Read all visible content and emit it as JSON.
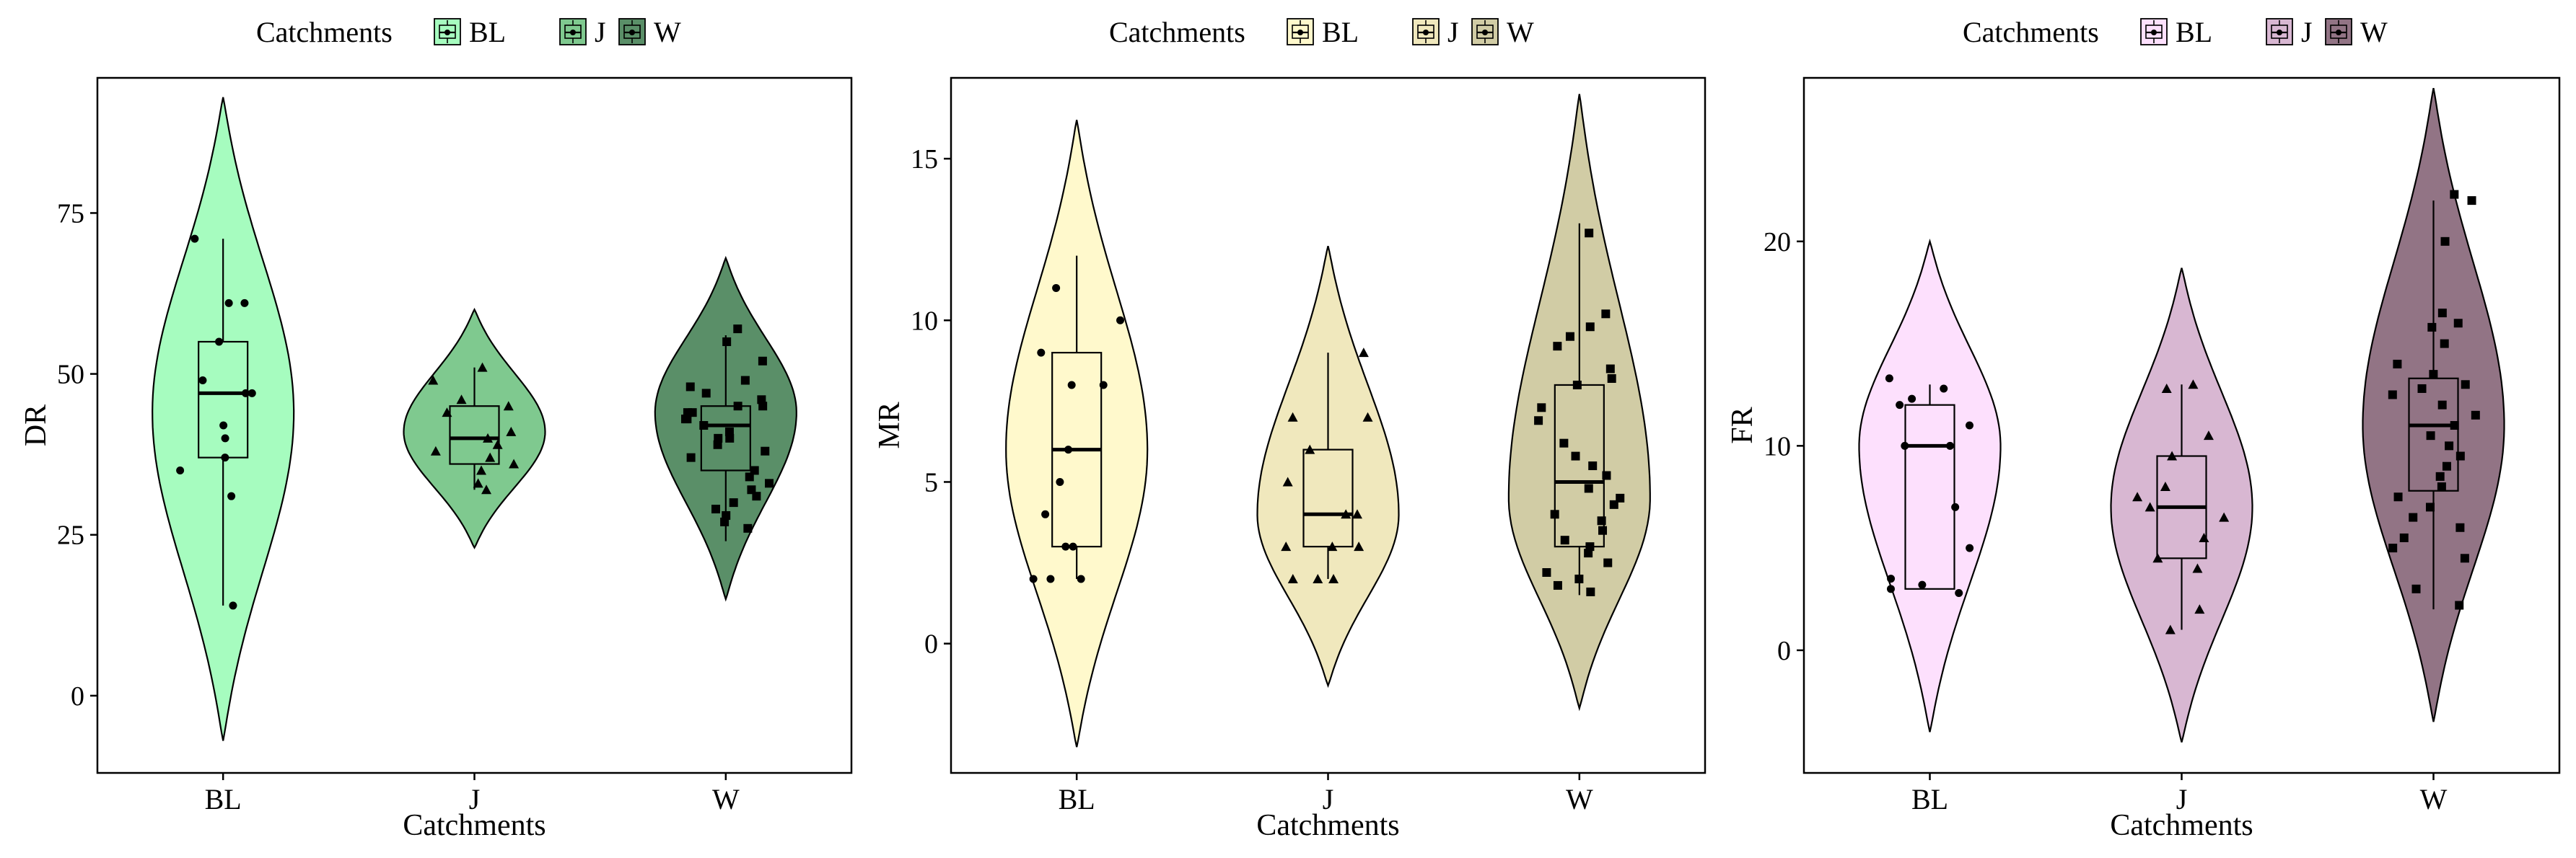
{
  "legend_swatch_icon": "boxplot-violin-key-icon",
  "point_marker_icons": {
    "BL": "circle",
    "J": "triangle",
    "W": "square"
  },
  "chart_data": [
    {
      "type": "violin",
      "ylabel": "DR",
      "xlabel": "Catchments",
      "legend_title": "Catchments",
      "legend_placement": "top",
      "grid": false,
      "ylim": [
        -12,
        96
      ],
      "yticks": [
        0,
        25,
        50,
        75
      ],
      "categories": [
        "BL",
        "J",
        "W"
      ],
      "colors": [
        "#a6fcbf",
        "#7fc98f",
        "#5a8f68"
      ],
      "series": [
        {
          "category": "BL",
          "marker": "circle",
          "violin_range": [
            -7,
            93
          ],
          "violin_mode": 44,
          "box": {
            "min": 14,
            "q1": 37,
            "median": 47,
            "q3": 55,
            "max": 71
          },
          "points": [
            71,
            61,
            61,
            55,
            49,
            47,
            47,
            42,
            40,
            37,
            35,
            31,
            14
          ]
        },
        {
          "category": "J",
          "marker": "triangle",
          "violin_range": [
            23,
            60
          ],
          "violin_mode": 41,
          "box": {
            "min": 32,
            "q1": 36,
            "median": 40,
            "q3": 45,
            "max": 51
          },
          "points": [
            51,
            49,
            46,
            45,
            44,
            41,
            40,
            39,
            38,
            37,
            36,
            35,
            33,
            32
          ]
        },
        {
          "category": "W",
          "marker": "square",
          "violin_range": [
            15,
            68
          ],
          "violin_mode": 44,
          "box": {
            "min": 24,
            "q1": 35,
            "median": 42,
            "q3": 45,
            "max": 56
          },
          "points": [
            57,
            55,
            52,
            49,
            48,
            47,
            46,
            45,
            45,
            44,
            44,
            43,
            43,
            42,
            41,
            40,
            40,
            39,
            38,
            37,
            35,
            34,
            33,
            32,
            31,
            30,
            29,
            28,
            27,
            26
          ]
        }
      ]
    },
    {
      "type": "violin",
      "ylabel": "MR",
      "xlabel": "Catchments",
      "legend_title": "Catchments",
      "legend_placement": "top",
      "grid": false,
      "ylim": [
        -4,
        17.5
      ],
      "yticks": [
        0,
        5,
        10,
        15
      ],
      "categories": [
        "BL",
        "J",
        "W"
      ],
      "colors": [
        "#fff9cc",
        "#f0e8bd",
        "#d1cca5"
      ],
      "series": [
        {
          "category": "BL",
          "marker": "circle",
          "violin_range": [
            -3.2,
            16.2
          ],
          "violin_mode": 6,
          "box": {
            "min": 2,
            "q1": 3,
            "median": 6,
            "q3": 9,
            "max": 12
          },
          "points": [
            11,
            10,
            9,
            8,
            8,
            6,
            5,
            4,
            3,
            3,
            2,
            2,
            2
          ]
        },
        {
          "category": "J",
          "marker": "triangle",
          "violin_range": [
            -1.3,
            12.3
          ],
          "violin_mode": 4,
          "box": {
            "min": 2,
            "q1": 3,
            "median": 4,
            "q3": 6,
            "max": 9
          },
          "points": [
            9,
            7,
            7,
            6,
            5,
            4,
            4,
            3,
            3,
            3,
            2,
            2,
            2
          ]
        },
        {
          "category": "W",
          "marker": "square",
          "violin_range": [
            -2,
            17
          ],
          "violin_mode": 4.5,
          "box": {
            "min": 1.5,
            "q1": 3,
            "median": 5,
            "q3": 8,
            "max": 13
          },
          "points": [
            12.7,
            10.2,
            9.8,
            9.5,
            9.2,
            8.5,
            8.2,
            8,
            7.3,
            6.9,
            6.2,
            5.8,
            5.5,
            5.2,
            4.8,
            4.5,
            4.3,
            4,
            3.8,
            3.5,
            3.2,
            3,
            2.8,
            2.5,
            2.2,
            2,
            1.8,
            1.6
          ]
        }
      ]
    },
    {
      "type": "violin",
      "ylabel": "FR",
      "xlabel": "Catchments",
      "legend_title": "Catchments",
      "legend_placement": "top",
      "grid": false,
      "ylim": [
        -6,
        28
      ],
      "yticks": [
        0,
        10,
        20
      ],
      "categories": [
        "BL",
        "J",
        "W"
      ],
      "colors": [
        "#fde0fd",
        "#d8b7d2",
        "#927485"
      ],
      "series": [
        {
          "category": "BL",
          "marker": "circle",
          "violin_range": [
            -4,
            20
          ],
          "violin_mode": 10,
          "box": {
            "min": 3,
            "q1": 3,
            "median": 10,
            "q3": 12,
            "max": 13
          },
          "points": [
            13.3,
            12.8,
            12.3,
            12,
            11,
            10,
            10,
            7,
            5,
            3.5,
            3.2,
            3,
            2.8
          ]
        },
        {
          "category": "J",
          "marker": "triangle",
          "violin_range": [
            -4.5,
            18.7
          ],
          "violin_mode": 7,
          "box": {
            "min": 1,
            "q1": 4.5,
            "median": 7,
            "q3": 9.5,
            "max": 13
          },
          "points": [
            13,
            12.8,
            10.5,
            9.5,
            8,
            7.5,
            7,
            6.5,
            5.5,
            4.5,
            4,
            2,
            1
          ]
        },
        {
          "category": "W",
          "marker": "square",
          "violin_range": [
            -3.5,
            27.5
          ],
          "violin_mode": 11,
          "box": {
            "min": 2,
            "q1": 7.8,
            "median": 11,
            "q3": 13.3,
            "max": 22
          },
          "points": [
            22.3,
            22,
            20,
            16.5,
            16,
            15.8,
            15,
            14,
            13.5,
            13,
            12.8,
            12.5,
            12,
            11.5,
            11,
            10.5,
            10,
            9.5,
            9,
            8.5,
            8,
            7.5,
            7,
            6.5,
            6,
            5.5,
            5,
            4.5,
            3,
            2.2
          ]
        }
      ]
    }
  ]
}
